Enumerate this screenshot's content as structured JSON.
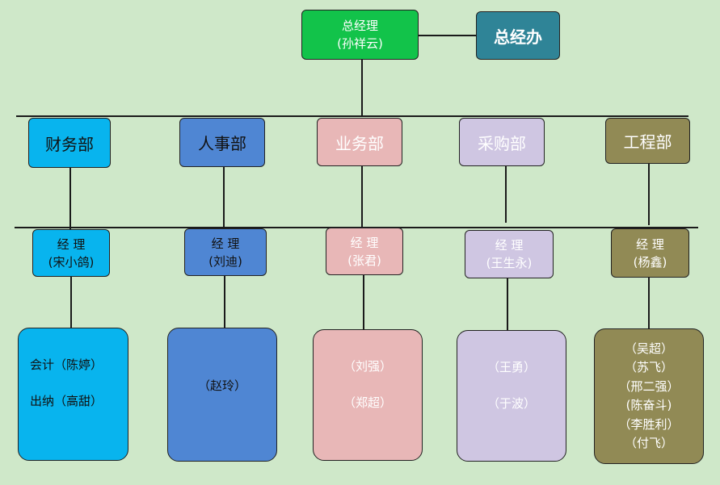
{
  "ceo": {
    "title": "总经理",
    "name": "(孙祥云)"
  },
  "office": {
    "label": "总经办"
  },
  "departments": [
    {
      "name": "财务部",
      "manager": {
        "title": "经 理",
        "name": "(宋小鸽)"
      },
      "staff": [
        "会计（陈婷）",
        "出纳（高甜）"
      ]
    },
    {
      "name": "人事部",
      "manager": {
        "title": "经 理",
        "name": "(刘迪)"
      },
      "staff": [
        "（赵玲）"
      ]
    },
    {
      "name": "业务部",
      "manager": {
        "title": "经 理",
        "name": "(张君)"
      },
      "staff": [
        "（刘强）",
        "（郑超）"
      ]
    },
    {
      "name": "采购部",
      "manager": {
        "title": "经 理",
        "name": "(王生永)"
      },
      "staff": [
        "（王勇）",
        "（于波）"
      ]
    },
    {
      "name": "工程部",
      "manager": {
        "title": "经 理",
        "name": "(杨鑫)"
      },
      "staff": [
        "（吴超）",
        "（苏飞）",
        "（邢二强）",
        "(陈奋斗)",
        "（李胜利）",
        "（付飞）"
      ]
    }
  ],
  "colors": {
    "background": "#cfe8c9",
    "ceo": "#12c34a",
    "office": "#2f8497",
    "finance": "#08b4ee",
    "hr": "#4f86d3",
    "business": "#e8b7b7",
    "purchasing": "#cfc6e2",
    "engineering": "#918a55"
  }
}
